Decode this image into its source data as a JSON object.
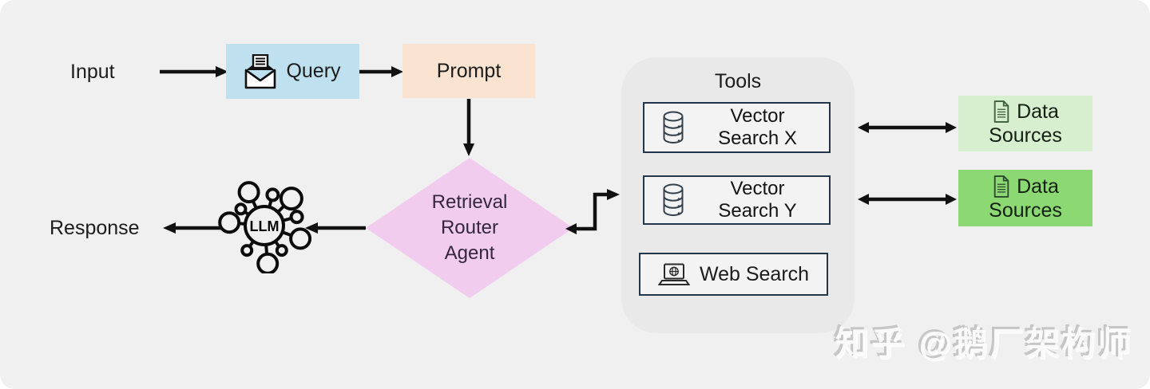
{
  "labels": {
    "input": "Input",
    "response": "Response"
  },
  "query_box": {
    "label": "Query",
    "icon": "envelope-letter",
    "color": "#bfe0ef"
  },
  "prompt_box": {
    "label": "Prompt",
    "color": "#fae3d1"
  },
  "router": {
    "line1": "Retrieval",
    "line2": "Router",
    "line3": "Agent",
    "color": "#f2ccee"
  },
  "llm": {
    "label": "LLM"
  },
  "tools": {
    "title": "Tools",
    "container_color": "#e9e9e9",
    "box_border_color": "#24364a",
    "vector_x": {
      "line1": "Vector",
      "line2": "Search X",
      "icon": "database"
    },
    "vector_y": {
      "line1": "Vector",
      "line2": "Search Y",
      "icon": "database"
    },
    "web_search": {
      "label": "Web Search",
      "icon": "laptop-globe"
    }
  },
  "data_sources": {
    "light": {
      "line1": "Data",
      "line2": "Sources",
      "icon": "document",
      "color": "#d7efcf"
    },
    "green": {
      "line1": "Data",
      "line2": "Sources",
      "icon": "document",
      "color": "#8cd973"
    }
  },
  "watermark": {
    "text": "知乎 @鹅厂架构师"
  },
  "colors": {
    "background": "#f0f0f1",
    "arrow": "#111111"
  }
}
